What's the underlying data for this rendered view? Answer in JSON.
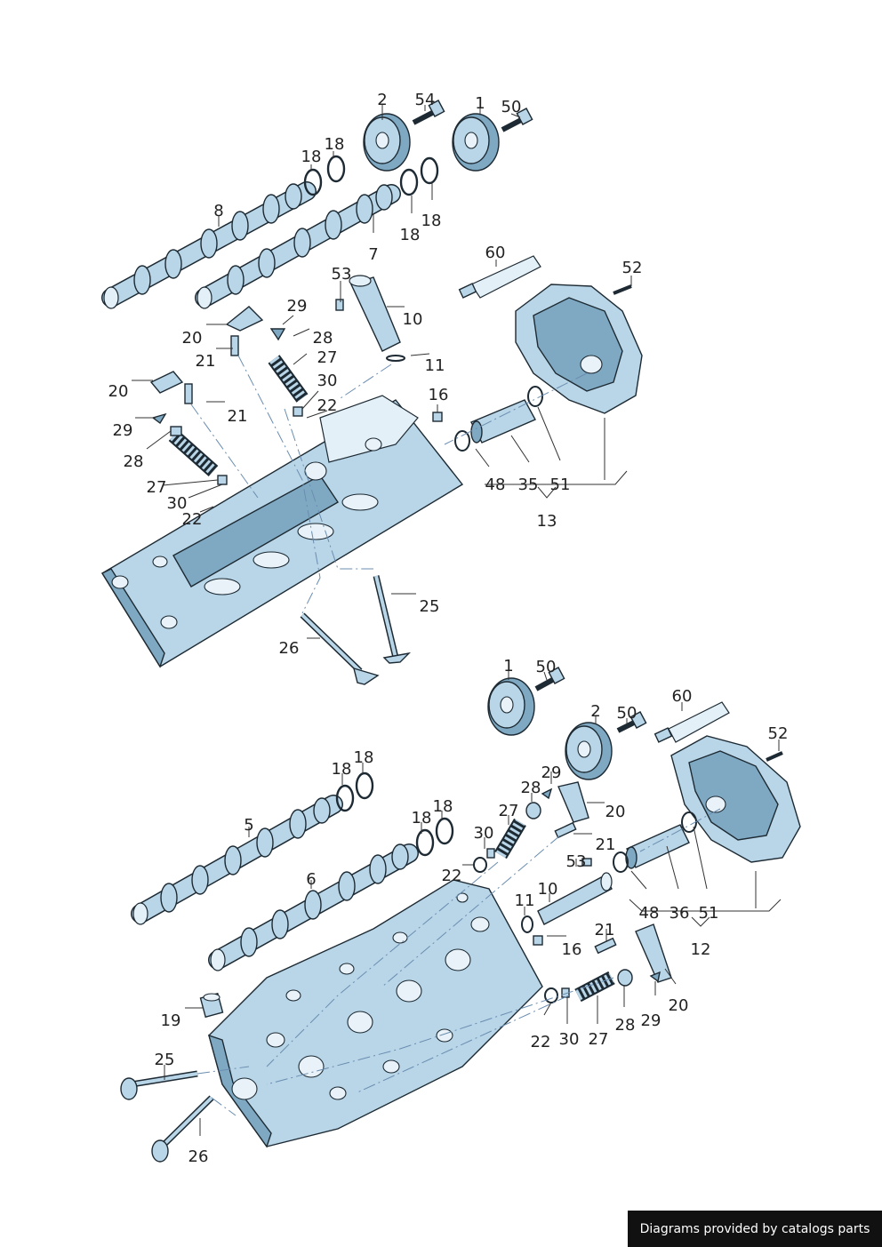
{
  "callouts": {
    "top": [
      "2",
      "54",
      "1",
      "50",
      "18",
      "18",
      "18",
      "18",
      "8",
      "7",
      "60",
      "52",
      "53",
      "10",
      "29",
      "20",
      "28",
      "21",
      "27",
      "11",
      "30",
      "20",
      "21",
      "16",
      "22",
      "29",
      "28",
      "27",
      "30",
      "22",
      "48",
      "35",
      "51",
      "13",
      "25",
      "26"
    ],
    "bottom": [
      "1",
      "50",
      "2",
      "50",
      "60",
      "52",
      "18",
      "18",
      "29",
      "28",
      "20",
      "5",
      "18",
      "18",
      "27",
      "30",
      "21",
      "22",
      "53",
      "6",
      "10",
      "11",
      "48",
      "36",
      "51",
      "12",
      "21",
      "16",
      "20",
      "19",
      "22",
      "30",
      "27",
      "28",
      "29",
      "25",
      "26"
    ]
  },
  "footer": {
    "text": "Diagrams provided by catalogs parts"
  },
  "colors": {
    "part": "#b9d6e8",
    "outline": "#1d2a33",
    "dash": "#6a8db0"
  }
}
